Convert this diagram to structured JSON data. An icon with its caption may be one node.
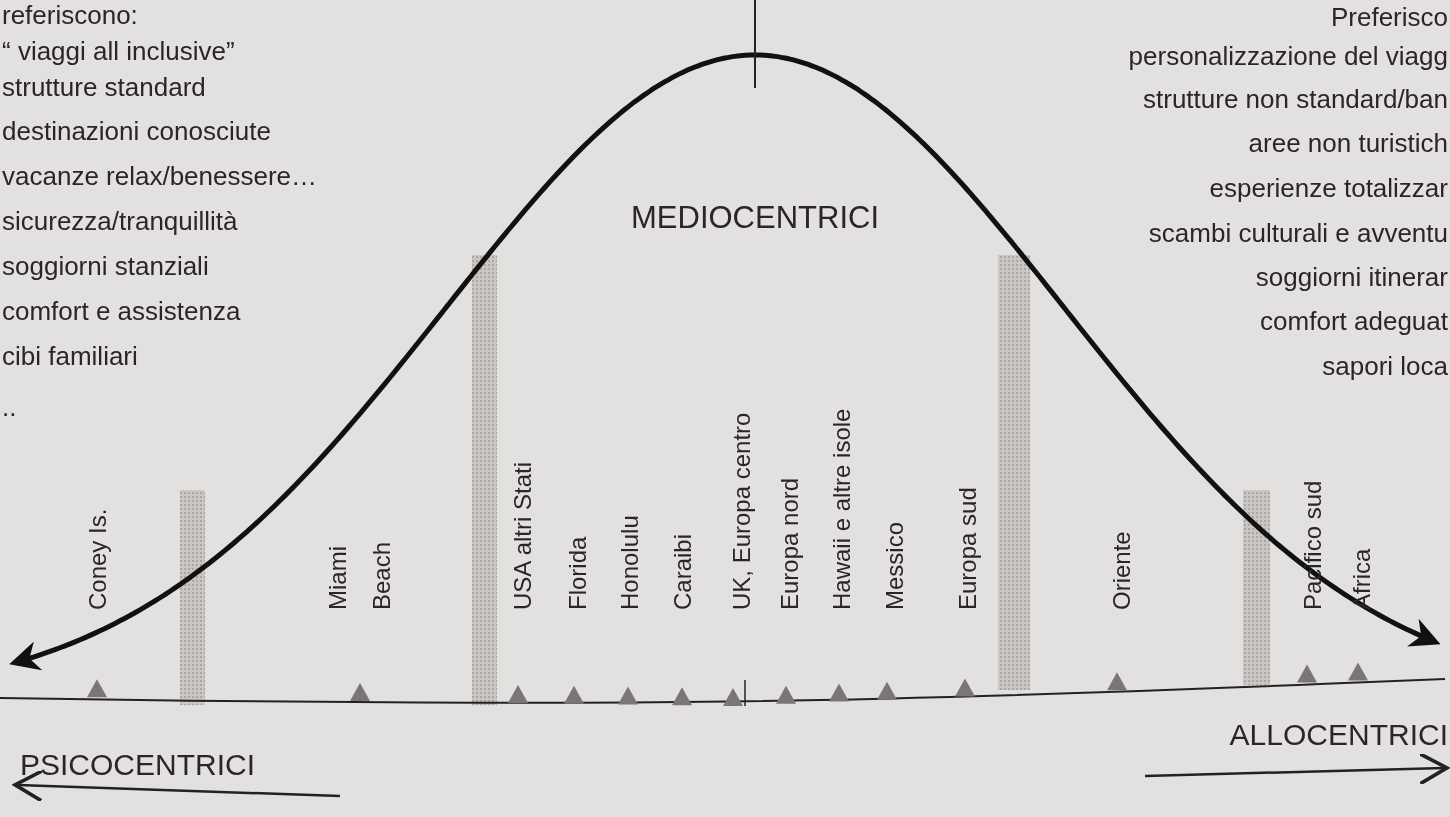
{
  "diagram": {
    "labels": [
      "referiscono:",
      "“ viaggi all inclusive”",
      "strutture standard",
      "destinazioni conosciute",
      "vacanze relax/benessere…",
      "sicurezza/tranquillità",
      "soggiorni stanziali",
      "comfort e assistenza",
      "cibi familiari",
      "..",
      "Preferisco",
      "personalizzazione del viagg",
      "strutture non standard/ban",
      "aree non turistich",
      "esperienze totalizzar",
      "scambi culturali e avventu",
      "soggiorni itinerar",
      "comfort adeguat",
      "sapori loca",
      "MEDIOCENTRICI",
      "Coney Is.",
      "Miami",
      "Beach",
      "USA altri Stati",
      "Florida",
      "Honolulu",
      "Caraibi",
      "UK, Europa centro",
      "Europa nord",
      "Hawaii e altre isole",
      "Messico",
      "Europa sud",
      "Oriente",
      "Pacifico sud",
      "Africa",
      "PSICOCENTRICI",
      "ALLOCENTRICI"
    ]
  }
}
